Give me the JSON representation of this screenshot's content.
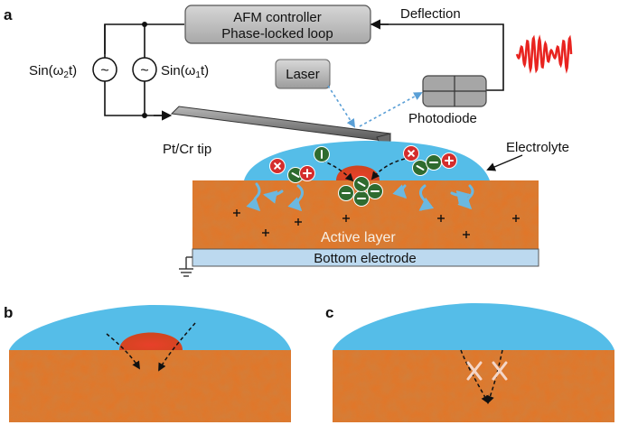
{
  "panel_labels": {
    "a": "a",
    "b": "b",
    "c": "c"
  },
  "controller": {
    "line1": "AFM controller",
    "line2": "Phase-locked loop"
  },
  "deflection_label": "Deflection",
  "laser_label": "Laser",
  "photodiode_label": "Photodiode",
  "sources": {
    "sin2_label": "Sin(ω",
    "sin2_sub": "2",
    "sin1_label": "Sin(ω",
    "sin1_sub": "1",
    "t_suffix": "t)",
    "tilde": "~"
  },
  "tip_label": "Pt/Cr tip",
  "electrolyte_label": "Electrolyte",
  "active_layer_label": "Active layer",
  "bottom_electrode_label": "Bottom electrode",
  "colors": {
    "electrolyte": "#55bde8",
    "active_layer": "#e0772a",
    "active_layer_dark": "#c9551a",
    "cation": "#d42d2d",
    "anion": "#2f6b2f",
    "controller_fill": "#c0c0c0",
    "electrode": "#bcd9ef",
    "signal": "#e8231f",
    "beam": "#5a9fd6"
  },
  "icons": [
    "plus-cation-icon",
    "minus-anion-icon",
    "ground-icon",
    "x-block-icon"
  ]
}
